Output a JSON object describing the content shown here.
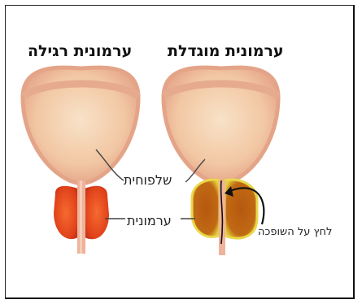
{
  "titles": {
    "normal": "ערמונית רגילה",
    "enlarged": "ערמונית מוגדלת"
  },
  "labels": {
    "bladder": "שלפוחית",
    "prostate": "ערמונית",
    "pressure": "לחץ על השופכה"
  },
  "colors": {
    "bladder_fill": "#f3c8a4",
    "bladder_rim": "#e7a98e",
    "normal_prostate": "#e8481e",
    "enlarged_prostate": "#c26a10",
    "enlarged_edge": "#e9d64a",
    "urethra": "#e9a98f"
  }
}
